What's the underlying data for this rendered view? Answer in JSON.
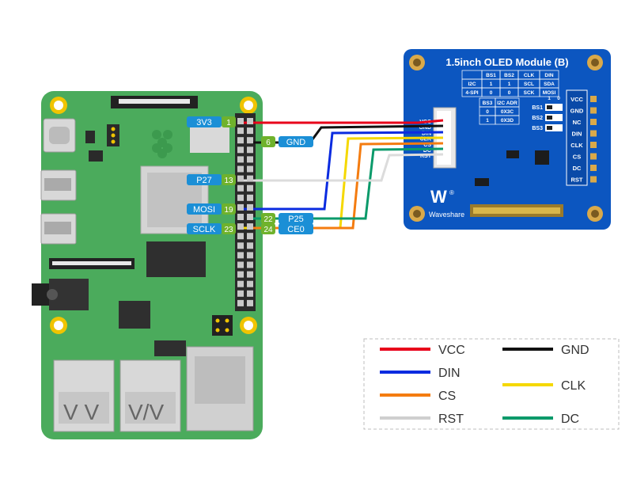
{
  "module": {
    "title": "1.5inch OLED Module (B)",
    "brand": "Waveshare",
    "connector_pins": [
      "VCC",
      "GND",
      "DIN",
      "CLK",
      "CS",
      "DC",
      "RST"
    ],
    "side_pins": [
      "VCC",
      "GND",
      "NC",
      "DIN",
      "CLK",
      "CS",
      "DC",
      "RST"
    ],
    "mode_table": {
      "headers": [
        "",
        "BS1",
        "BS2",
        "CLK",
        "DIN"
      ],
      "rows": [
        [
          "I2C",
          "1",
          "1",
          "SCL",
          "SDA"
        ],
        [
          "4-SPI",
          "0",
          "0",
          "SCK",
          "MOSI"
        ]
      ]
    },
    "addr_table": {
      "headers": [
        "BS3",
        "I2C ADR"
      ],
      "rows": [
        [
          "0",
          "0X3C"
        ],
        [
          "1",
          "0X3D"
        ]
      ]
    },
    "switch_labels": [
      "BS1",
      "BS2",
      "BS3"
    ],
    "switch_numbers": [
      "1",
      "0"
    ]
  },
  "pi": {
    "pins": [
      {
        "label": "3V3",
        "num": "1"
      },
      {
        "label": "GND",
        "num": "6"
      },
      {
        "label": "P27",
        "num": "13"
      },
      {
        "label": "MOSI",
        "num": "19"
      },
      {
        "label": "P25",
        "num": "22"
      },
      {
        "label": "SCLK",
        "num": "23"
      },
      {
        "label": "CE0",
        "num": "24"
      }
    ]
  },
  "legend": {
    "items": [
      {
        "label": "VCC",
        "color": "#e8001a"
      },
      {
        "label": "GND",
        "color": "#111111"
      },
      {
        "label": "DIN",
        "color": "#0a2be0"
      },
      {
        "label": "CLK",
        "color": "#f5d800"
      },
      {
        "label": "CS",
        "color": "#f47c10"
      },
      {
        "label": "DC",
        "color": "#0a9a6a"
      },
      {
        "label": "RST",
        "color": "#dcdcdc"
      }
    ]
  },
  "colors": {
    "board_green": "#4bab5c",
    "module_blue": "#0c56c0",
    "pin_label_blue": "#1b8fd6",
    "pin_num_green": "#6fb22c"
  }
}
